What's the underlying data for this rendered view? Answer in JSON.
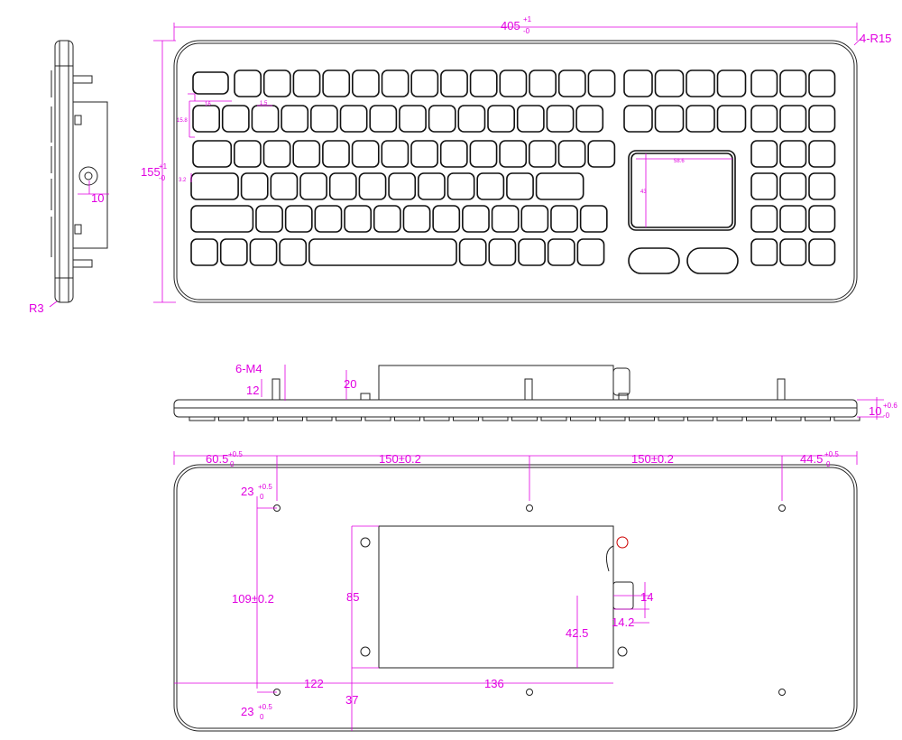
{
  "colors": {
    "dimension": "#e100e1",
    "outline": "#222222"
  },
  "top_view": {
    "width": {
      "value": "405",
      "tol_up": "+1",
      "tol_down": "-0"
    },
    "height": {
      "value": "155",
      "tol_up": "+1",
      "tol_down": "-0"
    },
    "corner_radius": "4-R15",
    "key_width": "16",
    "key_gap": "1.5",
    "key_height": "15.8",
    "row_gap": "3.2",
    "touchpad_width": "58.6",
    "touchpad_height": "43"
  },
  "side_view": {
    "radius": "R3",
    "gland_offset": "10"
  },
  "front_view": {
    "thread": "6-M4",
    "stud_length": "12",
    "box_height": "20",
    "thickness": {
      "value": "10",
      "tol_up": "+0.6",
      "tol_down": "-0"
    }
  },
  "bottom_view": {
    "left_offset": {
      "value": "60.5",
      "tol_up": "+0.5",
      "tol_down": "0"
    },
    "hole_pitch_1": "150±0.2",
    "hole_pitch_2": "150±0.2",
    "right_offset": {
      "value": "44.5",
      "tol_up": "+0.5",
      "tol_down": "0"
    },
    "top_hole_offset": {
      "value": "23",
      "tol_up": "+0.5",
      "tol_down": "0"
    },
    "hole_vertical": "109±0.2",
    "bottom_hole_offset": {
      "value": "23",
      "tol_up": "+0.5",
      "tol_down": "0"
    },
    "box_height": "85",
    "gland_size": "14",
    "gland_offset": "14.2",
    "gland_height": "42.5",
    "box_left": "122",
    "box_width": "136",
    "box_bottom": "37"
  }
}
